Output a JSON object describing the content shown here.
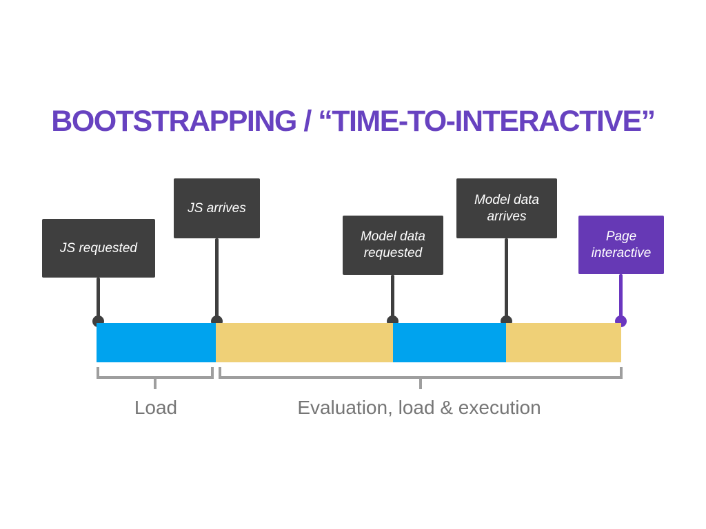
{
  "slide": {
    "title": "BOOTSTRAPPING / “TIME-TO-INTERACTIVE”"
  },
  "colors": {
    "title_purple": "#6742c0",
    "callout_dark": "#3f3f3f",
    "callout_purple": "#6639b5",
    "connector_dark": "#3f3f3f",
    "connector_purple": "#6a36bf",
    "bar_blue": "#00a3ee",
    "bar_yellow": "#efd077",
    "bracket_gray": "#9e9e9e",
    "label_gray": "#757575"
  },
  "events": [
    {
      "label": "JS requested",
      "style": "dark"
    },
    {
      "label": "JS arrives",
      "style": "dark"
    },
    {
      "label": "Model data requested",
      "style": "dark"
    },
    {
      "label": "Model data arrives",
      "style": "dark"
    },
    {
      "label": "Page interactive",
      "style": "purple"
    }
  ],
  "timeline": {
    "segments": [
      {
        "phase": "Load",
        "color": "blue"
      },
      {
        "phase": "Evaluation, load & execution",
        "color": "yellow"
      },
      {
        "phase": "Evaluation, load & execution",
        "color": "blue"
      },
      {
        "phase": "Evaluation, load & execution",
        "color": "yellow"
      }
    ]
  },
  "phases": [
    {
      "label": "Load"
    },
    {
      "label": "Evaluation, load & execution"
    }
  ]
}
